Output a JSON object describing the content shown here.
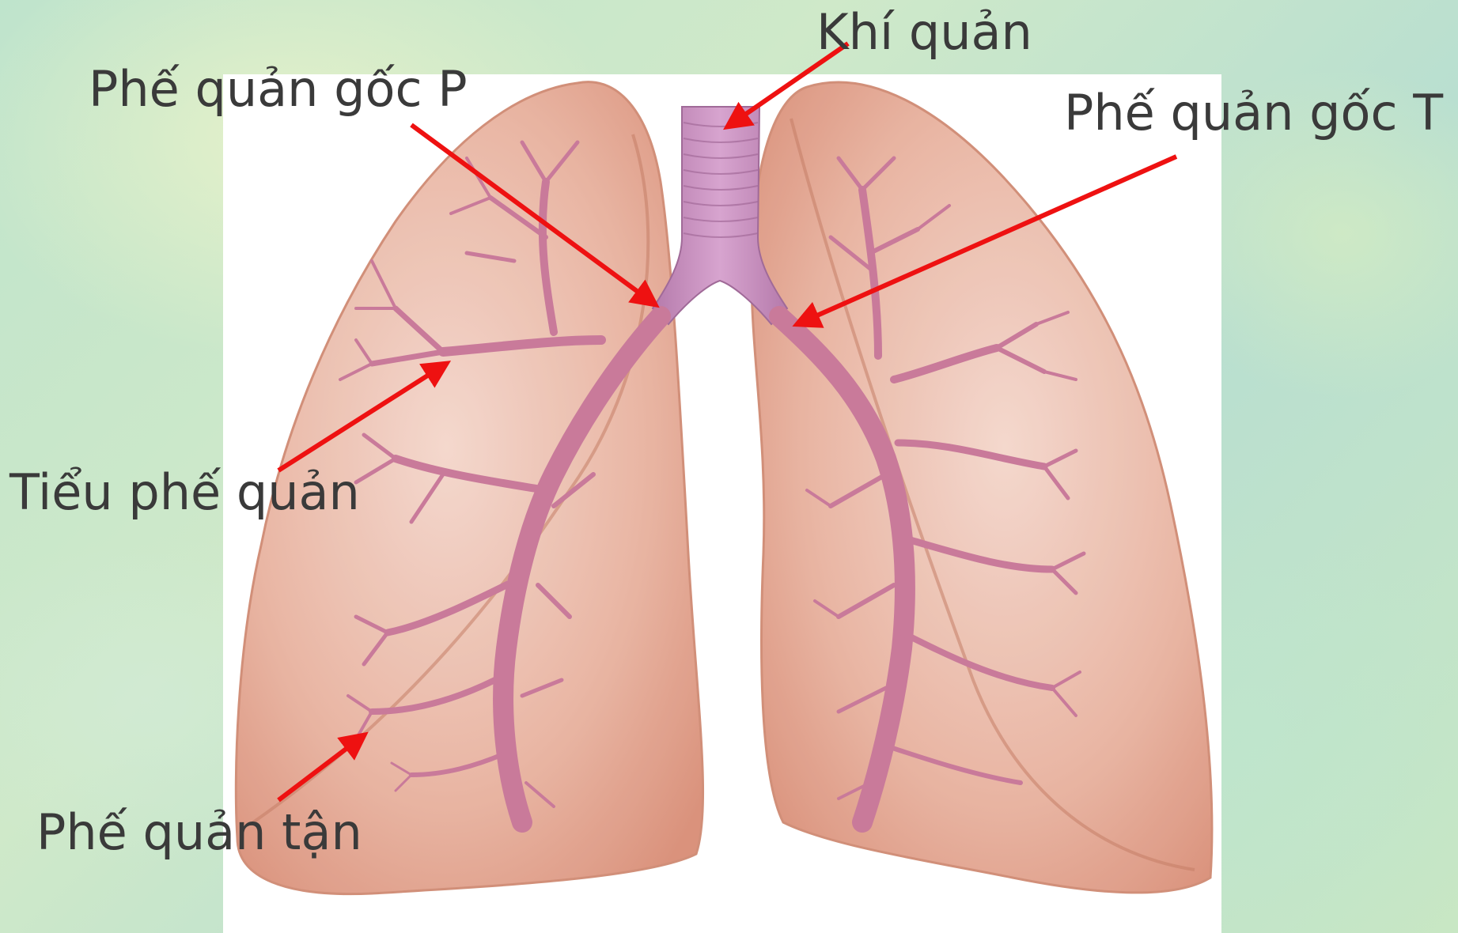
{
  "labels": {
    "trachea": "Khí quản",
    "right_main_bronchus": "Phế quản gốc P",
    "left_main_bronchus": "Phế quản gốc T",
    "bronchiole": "Tiểu phế quản",
    "terminal_bronchiole": "Phế quản tận"
  },
  "colors": {
    "arrow": "#ee1111",
    "label_text": "#3a3a3a",
    "lung_fill": "#e8ab94",
    "airway": "#c97a9a",
    "trachea": "#c690c0"
  }
}
